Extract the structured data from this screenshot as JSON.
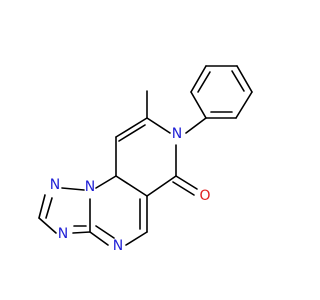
{
  "molecule": {
    "atoms": [
      {
        "id": "n_triazole_top",
        "label": "N",
        "color": "#1f1fd6"
      },
      {
        "id": "n_triazole_bridge",
        "label": "N",
        "color": "#1f1fd6"
      },
      {
        "id": "n_triazole_left",
        "label": "N",
        "color": "#1f1fd6"
      },
      {
        "id": "n_pyrimidine",
        "label": "N",
        "color": "#1f1fd6"
      },
      {
        "id": "n_pyridone",
        "label": "N",
        "color": "#1f1fd6"
      },
      {
        "id": "o_carbonyl",
        "label": "O",
        "color": "#e02020"
      }
    ]
  }
}
